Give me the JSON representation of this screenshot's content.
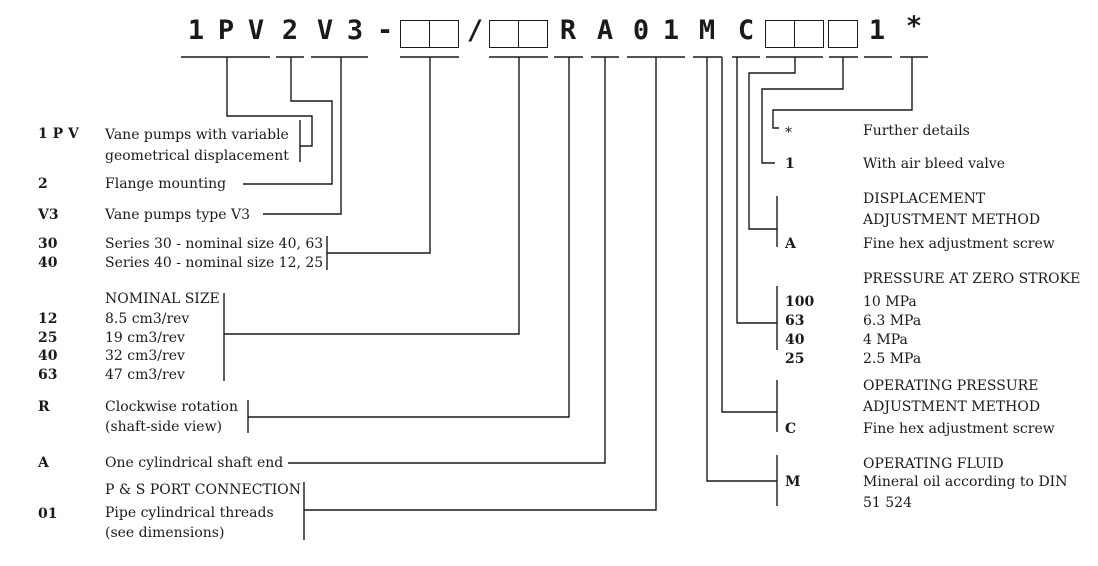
{
  "code_string": {
    "chars": [
      "1",
      "P",
      "V",
      "2",
      "V",
      "3",
      "-",
      "/",
      "R",
      "A",
      "0",
      "1",
      "M",
      "C",
      "1",
      "*"
    ]
  },
  "left": {
    "pv": {
      "code": "1 P V",
      "line1": "Vane pumps with variable",
      "line2": "geometrical displacement"
    },
    "mount": {
      "code": "2",
      "desc": "Flange mounting"
    },
    "type": {
      "code": "V3",
      "desc": "Vane pumps type V3"
    },
    "series": [
      {
        "code": "30",
        "desc": "Series 30 - nominal size 40, 63"
      },
      {
        "code": "40",
        "desc": "Series 40 - nominal size 12, 25"
      }
    ],
    "nominal": {
      "heading": "NOMINAL SIZE",
      "items": [
        {
          "code": "12",
          "desc": "8.5 cm3/rev"
        },
        {
          "code": "25",
          "desc": "19 cm3/rev"
        },
        {
          "code": "40",
          "desc": "32 cm3/rev"
        },
        {
          "code": "63",
          "desc": "47 cm3/rev"
        }
      ]
    },
    "rotation": {
      "code": "R",
      "line1": "Clockwise rotation",
      "line2": "(shaft-side view)"
    },
    "shaft": {
      "code": "A",
      "desc": "One cylindrical shaft end"
    },
    "port": {
      "heading": "P & S PORT CONNECTION",
      "code": "01",
      "line1": "Pipe cylindrical threads",
      "line2": "(see dimensions)"
    }
  },
  "right": {
    "further": {
      "code": "*",
      "desc": "Further details"
    },
    "bleed": {
      "code": "1",
      "desc": "With air bleed valve"
    },
    "disp": {
      "heading1": "DISPLACEMENT",
      "heading2": "ADJUSTMENT METHOD",
      "code": "A",
      "desc": "Fine hex adjustment screw"
    },
    "zero": {
      "heading": "PRESSURE AT ZERO STROKE",
      "items": [
        {
          "code": "100",
          "desc": "10 MPa"
        },
        {
          "code": "63",
          "desc": "6.3 MPa"
        },
        {
          "code": "40",
          "desc": "4 MPa"
        },
        {
          "code": "25",
          "desc": "2.5 MPa"
        }
      ]
    },
    "oppress": {
      "heading1": "OPERATING PRESSURE",
      "heading2": "ADJUSTMENT METHOD",
      "code": "C",
      "desc": "Fine hex adjustment screw"
    },
    "fluid": {
      "heading": "OPERATING FLUID",
      "code": "M",
      "line1": "Mineral oil according to DIN",
      "line2": "51 524"
    }
  }
}
